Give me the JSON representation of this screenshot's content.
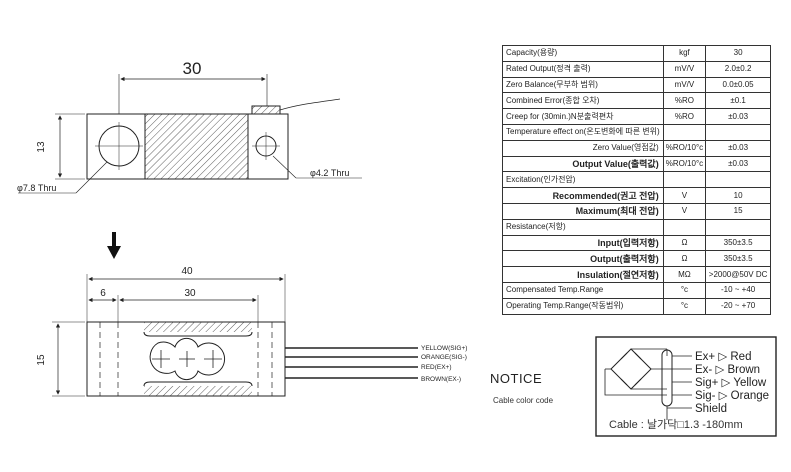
{
  "dimensions": {
    "top_length": "30",
    "top_height": "13",
    "hole_large": "φ7.8 Thru",
    "hole_small": "φ4.2 Thru",
    "bottom_length": "40",
    "bottom_offset": "6",
    "bottom_span": "30",
    "bottom_height": "15"
  },
  "wires": [
    "YELLOW(SIG+)",
    "ORANGE(SIG-)",
    "RED(EX+)",
    "BROWN(EX-)"
  ],
  "notice": {
    "title": "NOTICE",
    "subtitle": "Cable color code"
  },
  "wiring": {
    "lines": [
      "Ex+ ▷ Red",
      "Ex- ▷ Brown",
      "Sig+ ▷ Yellow",
      "Sig- ▷ Orange",
      "Shield"
    ],
    "cable": "Cable : 날가닥□1.3 -180mm"
  },
  "specs": [
    {
      "label": "Capacity(용량)",
      "unit": "kgf",
      "value": "30",
      "style": "normal"
    },
    {
      "label": "Rated Output(정격 출력)",
      "unit": "mV/V",
      "value": "2.0±0.2",
      "style": "normal"
    },
    {
      "label": "Zero Balance(무부하 범위)",
      "unit": "mV/V",
      "value": "0.0±0.05",
      "style": "normal"
    },
    {
      "label": "Combined Error(종합 오차)",
      "unit": "%RO",
      "value": "±0.1",
      "style": "normal"
    },
    {
      "label": "Creep for (30min.)N분출력편차",
      "unit": "%RO",
      "value": "±0.03",
      "style": "normal"
    },
    {
      "label": "Temperature effect on(온도변화에 따른 변위)",
      "unit": "",
      "value": "",
      "style": "header"
    },
    {
      "label": "Zero Value(영점값)",
      "unit": "%RO/10°c",
      "value": "±0.03",
      "style": "sub"
    },
    {
      "label": "Output Value(출력값)",
      "unit": "%RO/10°c",
      "value": "±0.03",
      "style": "subbold"
    },
    {
      "label": "Excitation(인가전압)",
      "unit": "",
      "value": "",
      "style": "header"
    },
    {
      "label": "Recommended(권고 전압)",
      "unit": "V",
      "value": "10",
      "style": "subbold"
    },
    {
      "label": "Maximum(최대 전압)",
      "unit": "V",
      "value": "15",
      "style": "subbold"
    },
    {
      "label": "Resistance(저항)",
      "unit": "",
      "value": "",
      "style": "header"
    },
    {
      "label": "Input(입력저항)",
      "unit": "Ω",
      "value": "350±3.5",
      "style": "subbold"
    },
    {
      "label": "Output(출력저항)",
      "unit": "Ω",
      "value": "350±3.5",
      "style": "subbold"
    },
    {
      "label": "Insulation(절연저항)",
      "unit": "MΩ",
      "value": ">2000@50V DC",
      "style": "subbold"
    },
    {
      "label": "Compensated Temp.Range",
      "unit": "°c",
      "value": "-10 ~ +40",
      "style": "normal"
    },
    {
      "label": "Operating Temp.Range(작동범위)",
      "unit": "°c",
      "value": "-20 ~ +70",
      "style": "normal"
    }
  ]
}
